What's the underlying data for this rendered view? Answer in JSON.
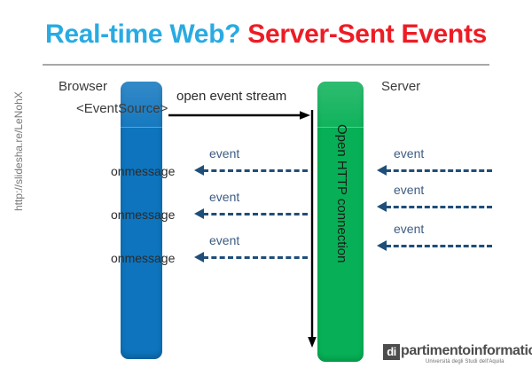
{
  "slide": {
    "title_part1": "Real-time Web?",
    "title_part2": "Server-Sent Events",
    "title_color_1": "#29ABE2",
    "title_color_2": "#ED1C24",
    "source_url": "http://slidesha.re/LeNohX"
  },
  "diagram": {
    "browser": {
      "label": "Browser",
      "api_label": "<EventSource>",
      "bar_color": "#0D74BD"
    },
    "server": {
      "label": "Server",
      "bar_color": "#07B056",
      "vertical_label": "Open HTTP connection"
    },
    "open_stream": {
      "label": "open event stream",
      "arrow_color": "#000000"
    },
    "handlers": [
      {
        "label": "onmessage"
      },
      {
        "label": "onmessage"
      },
      {
        "label": "onmessage"
      }
    ],
    "client_events": [
      {
        "label": "event"
      },
      {
        "label": "event"
      },
      {
        "label": "event"
      }
    ],
    "server_events": [
      {
        "label": "event"
      },
      {
        "label": "event"
      },
      {
        "label": "event"
      }
    ],
    "event_arrow_color": "#1F4E79"
  },
  "logo": {
    "mark": "di",
    "word_1": "di",
    "word_2": "partimento",
    "word_3": "informatica",
    "subtitle": "Università degli Studi dell'Aquila"
  }
}
